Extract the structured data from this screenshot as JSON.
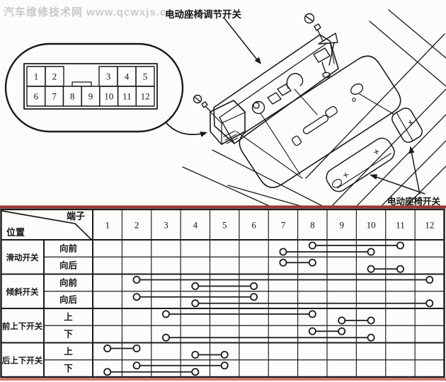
{
  "watermark": "汽车维修技术网 www.qcwxjs.com",
  "diagram": {
    "label_top": "电动座椅调节开关",
    "label_bottom": "电动座椅开关",
    "connector": {
      "pins_top": [
        "1",
        "2",
        "3",
        "4",
        "5"
      ],
      "pins_bottom": [
        "6",
        "7",
        "8",
        "9",
        "10",
        "11",
        "12"
      ]
    }
  },
  "table": {
    "corner": {
      "terminal": "端子",
      "position": "位置"
    },
    "terminals": [
      "1",
      "2",
      "3",
      "4",
      "5",
      "6",
      "7",
      "8",
      "9",
      "10",
      "11",
      "12"
    ],
    "groups": [
      {
        "label": "滑动开关",
        "rows": [
          {
            "label": "向前",
            "connections": [
              [
                8,
                11
              ],
              [
                7,
                10
              ]
            ]
          },
          {
            "label": "向后",
            "connections": [
              [
                7,
                8
              ],
              [
                10,
                11
              ]
            ]
          }
        ]
      },
      {
        "label": "倾斜开关",
        "rows": [
          {
            "label": "向前",
            "connections": [
              [
                2,
                12
              ],
              [
                4,
                6
              ]
            ]
          },
          {
            "label": "向后",
            "connections": [
              [
                2,
                6
              ],
              [
                4,
                12
              ]
            ]
          }
        ]
      },
      {
        "label": "前上下开关",
        "rows": [
          {
            "label": "上",
            "connections": [
              [
                3,
                8
              ],
              [
                9,
                10
              ]
            ]
          },
          {
            "label": "下",
            "connections": [
              [
                8,
                9
              ],
              [
                3,
                10
              ]
            ]
          }
        ]
      },
      {
        "label": "后上下开关",
        "rows": [
          {
            "label": "上",
            "connections": [
              [
                1,
                2
              ],
              [
                4,
                5
              ]
            ]
          },
          {
            "label": "下",
            "connections": [
              [
                2,
                5
              ],
              [
                1,
                4
              ]
            ]
          }
        ]
      }
    ]
  },
  "colors": {
    "ink": "#1a1a1a",
    "rule_top": "#99352f",
    "rule_bottom": "#d0756a",
    "watermark": "#c9c9c9",
    "paper": "#fcfcfa"
  }
}
